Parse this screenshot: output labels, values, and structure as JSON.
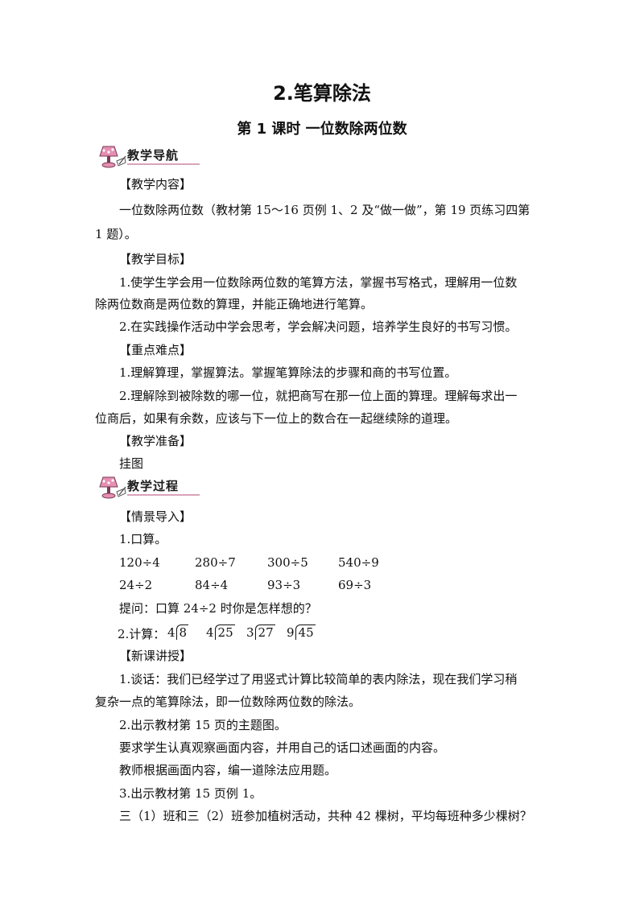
{
  "title": "2.笔算除法",
  "subtitle": "第 1 课时  一位数除两位数",
  "banners": {
    "nav": "教学导航",
    "process": "教学过程"
  },
  "colors": {
    "banner_accent": "#d9a3b9",
    "lamp": "#e58fb2"
  },
  "nav": {
    "content_head": "【教学内容】",
    "content_l1": "一位数除两位数（教材第 15～16 页例 1、2 及“做一做”，第 19 页练习四第",
    "content_l2": "1 题）。",
    "goals_head": "【教学目标】",
    "goal1_l1": "1.使学生学会用一位数除两位数的笔算方法，掌握书写格式，理解用一位数",
    "goal1_l2": "除两位数商是两位数的算理，并能正确地进行笔算。",
    "goal2": "2.在实践操作活动中学会思考，学会解决问题，培养学生良好的书写习惯。",
    "key_head": "【重点难点】",
    "key1": "1.理解算理，掌握算法。掌握笔算除法的步骤和商的书写位置。",
    "key2_l1": "2.理解除到被除数的哪一位，就把商写在那一位上面的算理。理解每求出一",
    "key2_l2": "位商后，如果有余数，应该与下一位上的数合在一起继续除的道理。",
    "prep_head": "【教学准备】",
    "prep": "挂图"
  },
  "process": {
    "intro_head": "【情景导入】",
    "oral_head": "1.口算。",
    "oral_row1": [
      "120÷4",
      "280÷7",
      "300÷5",
      "540÷9"
    ],
    "oral_row2": [
      "24÷2",
      "84÷4",
      "93÷3",
      "69÷3"
    ],
    "question": "提问：口算 24÷2 时你是怎样想的？",
    "calc_label": "2.计算：",
    "calc_items": [
      {
        "divisor": "4",
        "dividend": "8"
      },
      {
        "divisor": "4",
        "dividend": "25"
      },
      {
        "divisor": "3",
        "dividend": "27"
      },
      {
        "divisor": "9",
        "dividend": "45"
      }
    ],
    "new_head": "【新课讲授】",
    "talk_l1": "1.谈话：我们已经学过了用竖式计算比较简单的表内除法，现在我们学习稍",
    "talk_l2": "复杂一点的笔算除法，即一位数除两位数的除法。",
    "show1": "2.出示教材第 15 页的主题图。",
    "observe": "要求学生认真观察画面内容，并用自己的话口述画面的内容。",
    "teacher": "教师根据画面内容，编一道除法应用题。",
    "show2": "3.出示教材第 15 页例 1。",
    "problem": "三（1）班和三（2）班参加植树活动，共种 42 棵树，平均每班种多少棵树？"
  }
}
